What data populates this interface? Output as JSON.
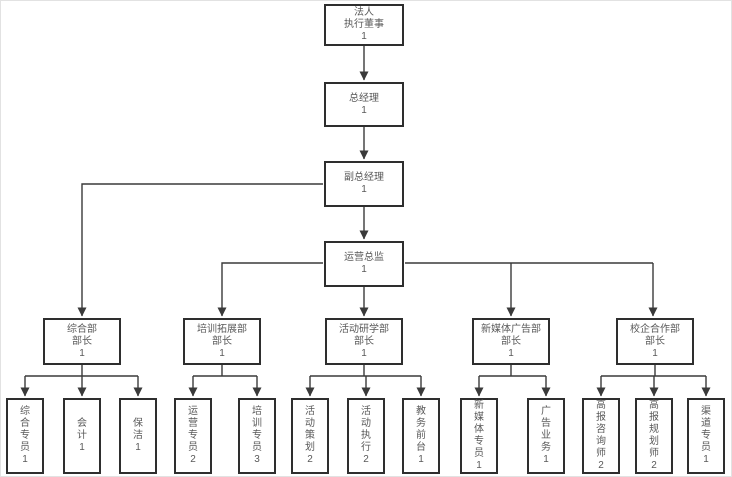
{
  "colors": {
    "node_border": "#2e2e2e",
    "connector": "#3a3a3a",
    "text": "#595959",
    "background": "#ffffff"
  },
  "org": {
    "legal_director": {
      "line1": "法人",
      "line2": "执行董事",
      "count": "1"
    },
    "general_manager": {
      "label": "总经理",
      "count": "1"
    },
    "deputy_general_manager": {
      "label": "副总经理",
      "count": "1"
    },
    "operations_director": {
      "label": "运营总监",
      "count": "1"
    },
    "departments": [
      {
        "name": "综合部",
        "role": "部长",
        "count": "1"
      },
      {
        "name": "培训拓展部",
        "role": "部长",
        "count": "1"
      },
      {
        "name": "活动研学部",
        "role": "部长",
        "count": "1"
      },
      {
        "name": "新媒体广告部",
        "role": "部长",
        "count": "1"
      },
      {
        "name": "校企合作部",
        "role": "部长",
        "count": "1"
      }
    ],
    "staff": [
      {
        "label": "综合专员",
        "count": "1"
      },
      {
        "label": "会计",
        "count": "1"
      },
      {
        "label": "保洁",
        "count": "1"
      },
      {
        "label": "运营专员",
        "count": "2"
      },
      {
        "label": "培训专员",
        "count": "3"
      },
      {
        "label": "活动策划",
        "count": "2"
      },
      {
        "label": "活动执行",
        "count": "2"
      },
      {
        "label": "教务前台",
        "count": "1"
      },
      {
        "label": "新媒体专员",
        "count": "1"
      },
      {
        "label": "广告业务",
        "count": "1"
      },
      {
        "label": "高报咨询师",
        "count": "2"
      },
      {
        "label": "高报规划师",
        "count": "2"
      },
      {
        "label": "渠道专员",
        "count": "1"
      }
    ]
  }
}
